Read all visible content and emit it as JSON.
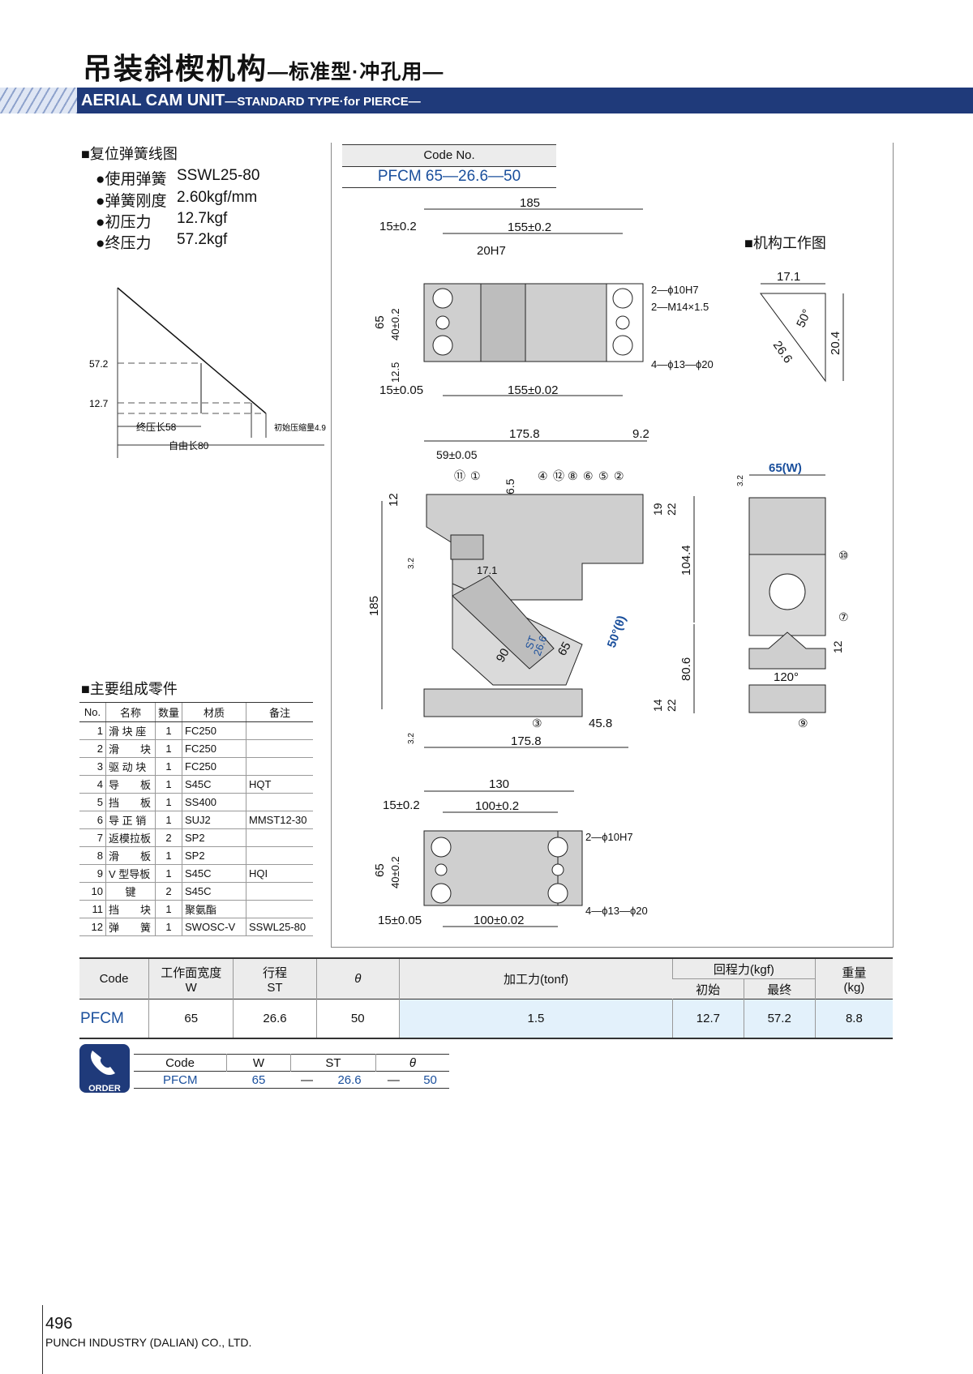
{
  "header": {
    "title_cn": "吊装斜楔机构",
    "title_cn_sub": "—标准型·冲孔用—",
    "title_en": "AERIAL CAM UNIT",
    "title_en_sub": "—STANDARD TYPE·for PIERCE—"
  },
  "spring": {
    "heading": "■复位弹簧线图",
    "rows": [
      {
        "label": "●使用弹簧",
        "value": "SSWL25-80"
      },
      {
        "label": "●弹簧刚度",
        "value": "2.60kgf/mm"
      },
      {
        "label": "●初压力",
        "value": "12.7kgf"
      },
      {
        "label": "●终压力",
        "value": "57.2kgf"
      }
    ],
    "graph": {
      "y1": "57.2",
      "y2": "12.7",
      "final_len": "终压长58",
      "free_len": "自由长80",
      "init_comp": "初始压缩量4.9"
    }
  },
  "code_box": {
    "label": "Code No.",
    "value": "PFCM 65—26.6—50"
  },
  "drawing": {
    "top": {
      "d185": "185",
      "d15": "15±0.2",
      "d155": "155±0.2",
      "d20": "20H7",
      "d65": "65",
      "d40": "40±0.2",
      "d12_5": "12.5",
      "d15b": "15±0.05",
      "d155b": "155±0.02",
      "n1": "2—ϕ10H7",
      "n2": "2—M14×1.5",
      "n3": "4—ϕ13—ϕ20"
    },
    "mech": {
      "heading": "■机构工作图",
      "d17": "17.1",
      "d50": "50°",
      "d26": "26.6",
      "d20": "20.4"
    },
    "front": {
      "d175": "175.8",
      "d9": "9.2",
      "d59": "59±0.05",
      "d6": "6.5",
      "d12": "12",
      "d19": "19",
      "d22": "22",
      "d104": "104.4",
      "d185": "185",
      "d17": "17.1",
      "d26": "26.6",
      "st": "ST",
      "d65": "65",
      "d90": "90",
      "ang": "50°(θ)",
      "d80": "80.6",
      "d14": "14",
      "d22b": "22",
      "d45": "45.8",
      "d175b": "175.8",
      "rough": "3.2",
      "balloons_top": [
        "⑪",
        "①",
        "④",
        "⑫",
        "⑧",
        "⑥",
        "⑤",
        "②"
      ],
      "balloon_bottom": "③"
    },
    "side": {
      "w": "65(W)",
      "b10": "⑩",
      "b7": "⑦",
      "d12": "12",
      "d120": "120°",
      "b9": "⑨",
      "rough": "3.2"
    },
    "bottom": {
      "d130": "130",
      "d15": "15±0.2",
      "d100": "100±0.2",
      "d65": "65",
      "d40": "40±0.2",
      "d15b": "15±0.05",
      "d100b": "100±0.02",
      "n1": "2—ϕ10H7",
      "n2": "4—ϕ13—ϕ20"
    }
  },
  "parts": {
    "heading": "■主要组成零件",
    "headers": [
      "No.",
      "名称",
      "数量",
      "材质",
      "备注"
    ],
    "rows": [
      [
        "1",
        "滑 块 座",
        "1",
        "FC250",
        ""
      ],
      [
        "2",
        "滑　　块",
        "1",
        "FC250",
        ""
      ],
      [
        "3",
        "驱 动 块",
        "1",
        "FC250",
        ""
      ],
      [
        "4",
        "导　　板",
        "1",
        "S45C",
        "HQT"
      ],
      [
        "5",
        "挡　　板",
        "1",
        "SS400",
        ""
      ],
      [
        "6",
        "导 正 销",
        "1",
        "SUJ2",
        "MMST12-30"
      ],
      [
        "7",
        "返模拉板",
        "2",
        "SP2",
        ""
      ],
      [
        "8",
        "滑　　板",
        "1",
        "SP2",
        ""
      ],
      [
        "9",
        "V 型导板",
        "1",
        "S45C",
        "HQI"
      ],
      [
        "10",
        "键",
        "2",
        "S45C",
        ""
      ],
      [
        "11",
        "挡　　块",
        "1",
        "聚氨酯",
        ""
      ],
      [
        "12",
        "弹　　簧",
        "1",
        "SWOSC-V",
        "SSWL25-80"
      ]
    ]
  },
  "spec": {
    "h_code": "Code",
    "h_w1": "工作面宽度",
    "h_w2": "W",
    "h_st1": "行程",
    "h_st2": "ST",
    "h_theta": "θ",
    "h_force": "加工力(tonf)",
    "h_ret": "回程力(kgf)",
    "h_init": "初始",
    "h_final": "最终",
    "h_wt1": "重量",
    "h_wt2": "(kg)",
    "row": {
      "code": "PFCM",
      "w": "65",
      "st": "26.6",
      "theta": "50",
      "force": "1.5",
      "init": "12.7",
      "final": "57.2",
      "wt": "8.8"
    }
  },
  "order": {
    "badge": "ORDER",
    "h": [
      "Code",
      "W",
      "ST",
      "θ"
    ],
    "v": [
      "PFCM",
      "65",
      "—",
      "26.6",
      "—",
      "50"
    ]
  },
  "footer": {
    "page": "496",
    "company": "PUNCH INDUSTRY (DALIAN) CO., LTD."
  }
}
